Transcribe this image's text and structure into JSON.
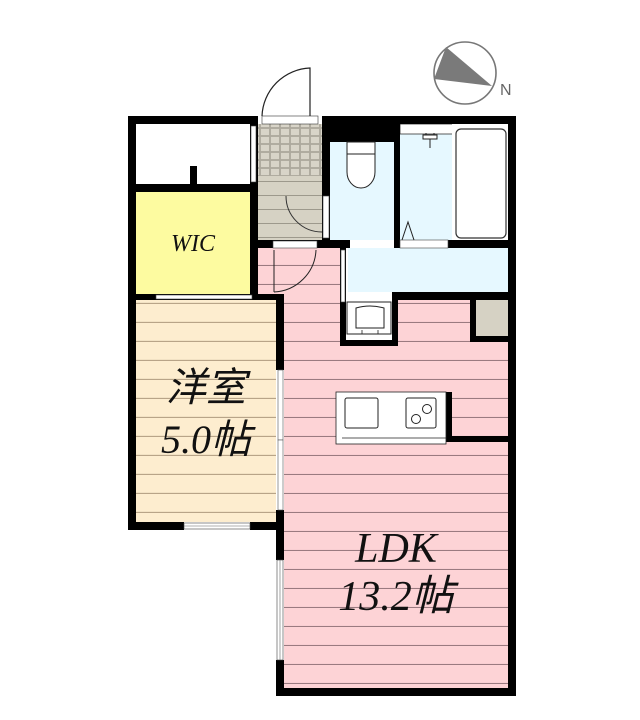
{
  "compass": {
    "label": "N",
    "icon": "north-arrow-icon"
  },
  "rooms": {
    "wic": {
      "label": "WIC",
      "color": "#fdfba0"
    },
    "western_room": {
      "name": "洋室",
      "size": "5.0帖",
      "color": "#fdedcf"
    },
    "ldk": {
      "name": "LDK",
      "size": "13.2帖",
      "color": "#fdd3d6"
    },
    "toilet": {
      "color": "#e6f8ff"
    },
    "bathroom": {
      "color": "#e6f8ff"
    },
    "washroom": {
      "color": "#e6f8ff"
    },
    "entrance": {
      "color": "#d6d2c4"
    },
    "storage": {
      "color": "#ffffff"
    },
    "closet": {
      "color": "#d6d2c4"
    }
  },
  "colors": {
    "wall": "#000000",
    "floor_line": "#a08c7c",
    "ldk_line": "#9a7a80"
  }
}
